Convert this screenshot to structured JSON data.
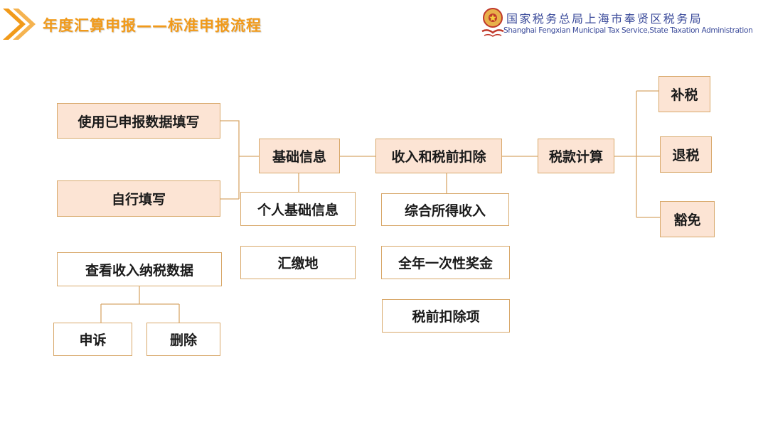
{
  "header": {
    "title": "年度汇算申报——标准申报流程",
    "org_cn": "国家税务总局上海市奉贤区税务局",
    "org_en": "Shanghai Fengxian Municipal Tax Service,State Taxation Administration",
    "accent_color": "#f19a1a",
    "org_color": "#3a4a9a"
  },
  "diagram": {
    "box_fill": "#fce4d4",
    "box_border": "#d8a86a",
    "connector_color": "#d8a86a",
    "nodes": {
      "use_reported": "使用已申报数据填写",
      "self_fill": "自行填写",
      "view_income": "查看收入纳税数据",
      "appeal": "申诉",
      "delete": "删除",
      "basic_info": "基础信息",
      "personal_basic": "个人基础信息",
      "remit_place": "汇缴地",
      "income_deduct": "收入和税前扣除",
      "comprehensive_income": "综合所得收入",
      "annual_bonus": "全年一次性奖金",
      "pretax_deduct": "税前扣除项",
      "tax_calc": "税款计算",
      "pay_tax": "补税",
      "refund_tax": "退税",
      "exempt": "豁免"
    }
  }
}
